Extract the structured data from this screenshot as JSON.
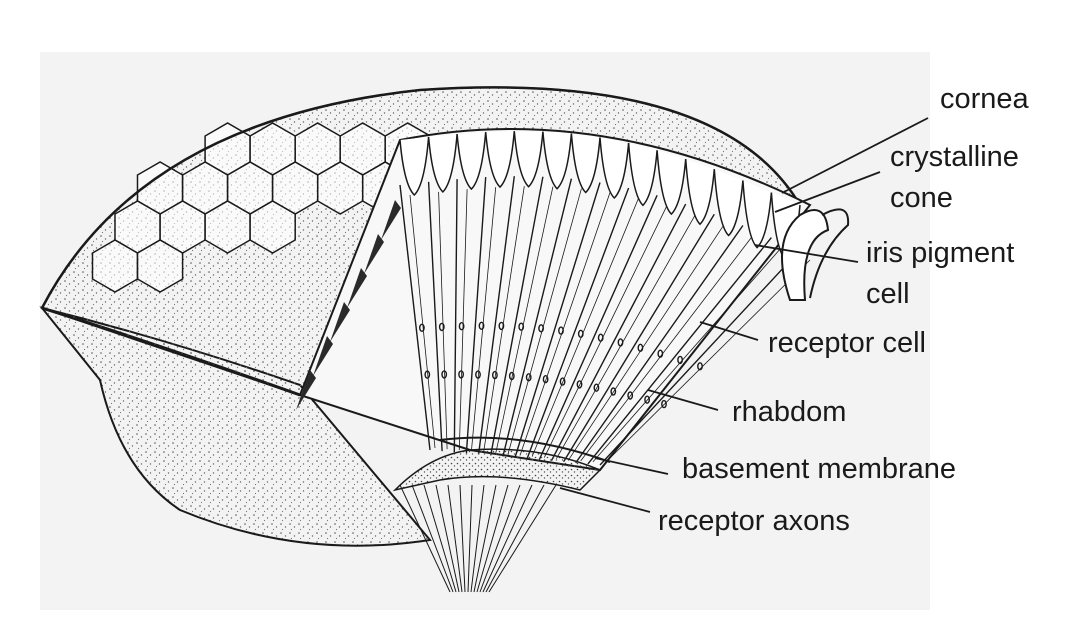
{
  "labels": {
    "cornea": "cornea",
    "crystalline_line1": "crystalline",
    "crystalline_line2": "cone",
    "iris_line1": "iris pigment",
    "iris_line2": "cell",
    "receptor_cell": "receptor cell",
    "rhabdom": "rhabdom",
    "basement_membrane": "basement membrane",
    "receptor_axons": "receptor axons"
  },
  "colors": {
    "ink": "#1a1a1a",
    "panel": "#f3f3f3",
    "paper": "#ffffff"
  }
}
